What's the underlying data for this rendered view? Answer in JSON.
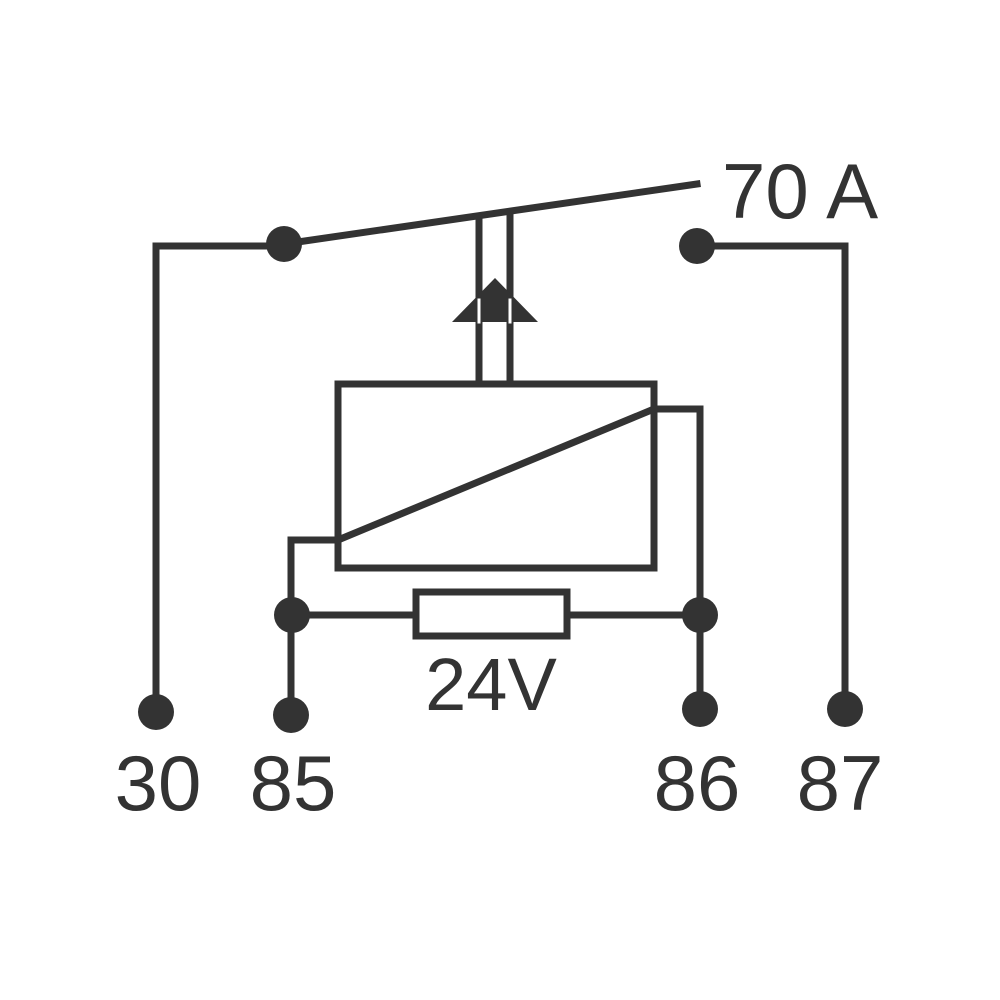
{
  "diagram": {
    "rating_label": "70 A",
    "voltage_label": "24V",
    "terminals": [
      {
        "id": "30",
        "label": "30"
      },
      {
        "id": "85",
        "label": "85"
      },
      {
        "id": "86",
        "label": "86"
      },
      {
        "id": "87",
        "label": "87"
      }
    ]
  },
  "colors": {
    "ink": "#333333",
    "background": "#ffffff"
  }
}
